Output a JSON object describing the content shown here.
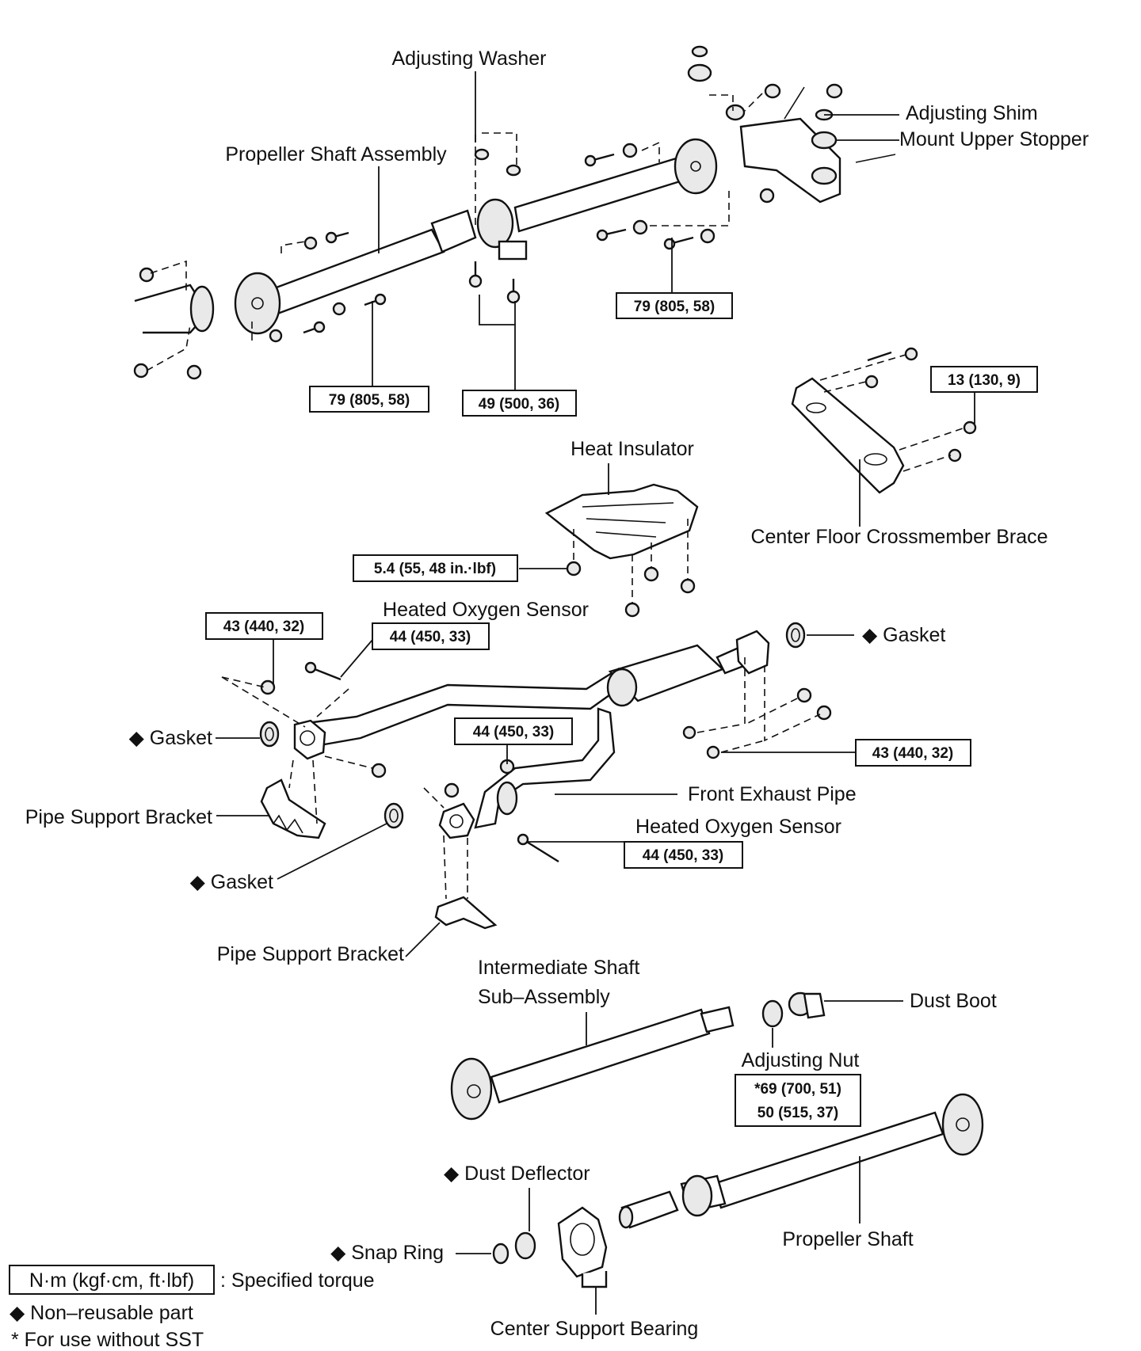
{
  "labels": {
    "adjusting_washer": "Adjusting Washer",
    "adjusting_shim": "Adjusting Shim",
    "mount_upper_stopper": "Mount Upper Stopper",
    "propeller_shaft_assembly": "Propeller Shaft Assembly",
    "center_floor_crossmember_brace": "Center Floor Crossmember Brace",
    "heat_insulator": "Heat Insulator",
    "heated_oxygen_sensor_1": "Heated Oxygen Sensor",
    "heated_oxygen_sensor_2": "Heated Oxygen Sensor",
    "gasket_rear": "◆ Gasket",
    "gasket_front_left": "◆ Gasket",
    "gasket_lower": "◆ Gasket",
    "pipe_support_bracket_1": "Pipe Support Bracket",
    "pipe_support_bracket_2": "Pipe Support Bracket",
    "front_exhaust_pipe": "Front Exhaust Pipe",
    "intermediate_shaft_line1": "Intermediate Shaft",
    "intermediate_shaft_line2": "Sub–Assembly",
    "dust_boot": "Dust Boot",
    "adjusting_nut": "Adjusting Nut",
    "dust_deflector": "◆ Dust Deflector",
    "snap_ring": "◆ Snap Ring",
    "propeller_shaft": "Propeller Shaft",
    "center_support_bearing": "Center Support Bearing"
  },
  "torques": {
    "t_79_right": "79 (805, 58)",
    "t_79_left": "79 (805, 58)",
    "t_49": "49 (500, 36)",
    "t_13": "13 (130, 9)",
    "t_5_4": "5.4 (55, 48 in.·lbf)",
    "t_43_left": "43 (440, 32)",
    "t_44_sensor_upper": "44 (450, 33)",
    "t_44_mid": "44 (450, 33)",
    "t_43_right": "43 (440, 32)",
    "t_44_sensor_lower": "44 (450, 33)",
    "t_69": "*69 (700, 51)",
    "t_50": "50 (515, 37)"
  },
  "legend": {
    "torque_unit_box": "N·m (kgf·cm, ft·lbf)",
    "torque_unit_desc": ": Specified torque",
    "non_reusable": "◆ Non–reusable part",
    "sst_note": "* For use without SST"
  }
}
